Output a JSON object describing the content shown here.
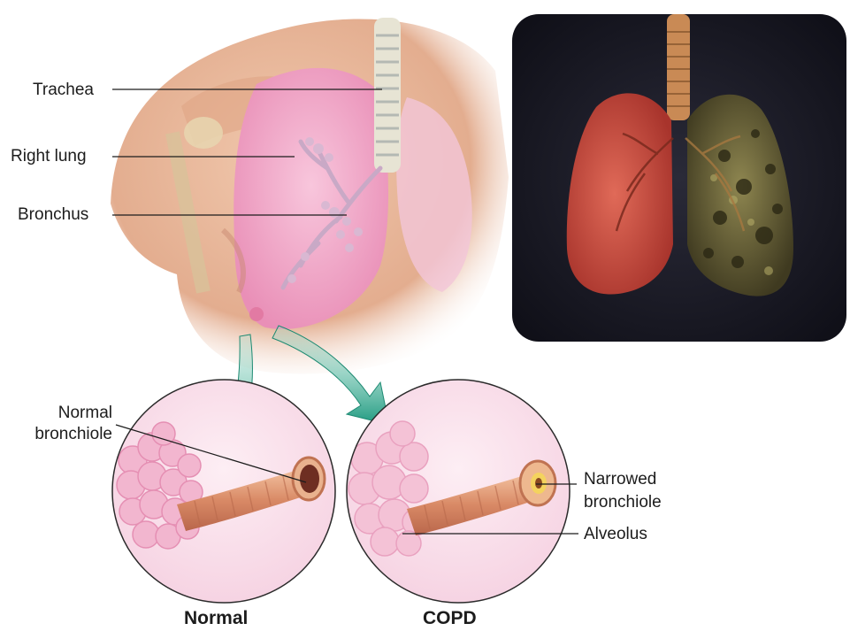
{
  "labels": {
    "trachea": "Trachea",
    "right_lung": "Right lung",
    "bronchus": "Bronchus",
    "normal_bronchiole_line1": "Normal",
    "normal_bronchiole_line2": "bronchiole",
    "narrowed_bronchiole_line1": "Narrowed",
    "narrowed_bronchiole_line2": "bronchiole",
    "alveolus": "Alveolus"
  },
  "captions": {
    "normal": "Normal",
    "copd": "COPD"
  },
  "colors": {
    "lung_pink": "#f2a9c8",
    "skin": "#e9b79a",
    "arrow_teal": "#2fa88c",
    "photo_background": "#15151e",
    "healthy_lung": "#c9463a",
    "diseased_lung": "#6f6636"
  }
}
